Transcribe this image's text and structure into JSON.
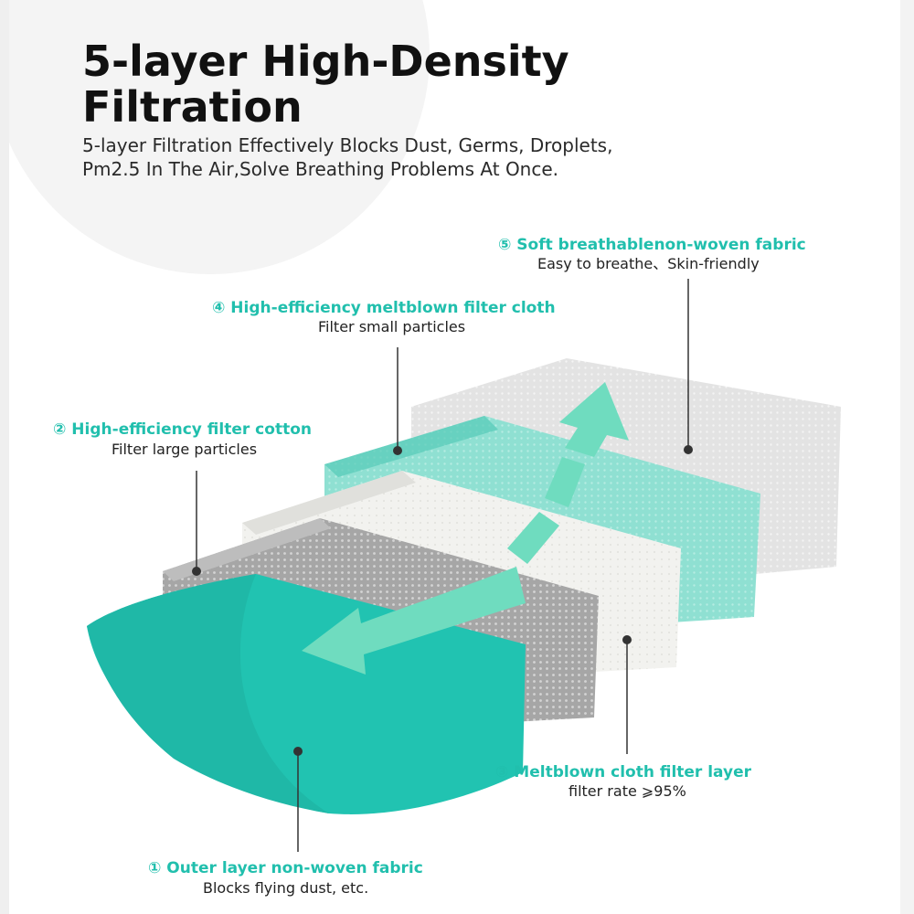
{
  "title_line1": "5-layer High-Density",
  "title_line2": "Filtration",
  "subtitle_line1": "5-layer Filtration Effectively Blocks Dust, Germs, Droplets,",
  "subtitle_line2": "Pm2.5 In The Air,Solve Breathing Problems At Once.",
  "layers": [
    {
      "label": "① Outer layer non-woven fabric",
      "desc": "Blocks flying dust, etc.",
      "color": "#21c3b1"
    },
    {
      "label": "② High-efficiency filter cotton",
      "desc": "Filter large particles",
      "color": "#a9a9a9"
    },
    {
      "label": "③ Meltblown cloth filter layer",
      "desc": "filter rate ⩾95%",
      "color": "#f2f2f0"
    },
    {
      "label": "④ High-efficiency meltblown filter cloth",
      "desc": "Filter small particles",
      "color": "#8fe0d2"
    },
    {
      "label": "⑤ Soft breathablenon-woven fabric",
      "desc": "Easy to breathe、Skin-friendly",
      "color": "#e4e4e4"
    }
  ],
  "colors": {
    "accent": "#21bfad",
    "arrow": "#6fdcbf"
  }
}
